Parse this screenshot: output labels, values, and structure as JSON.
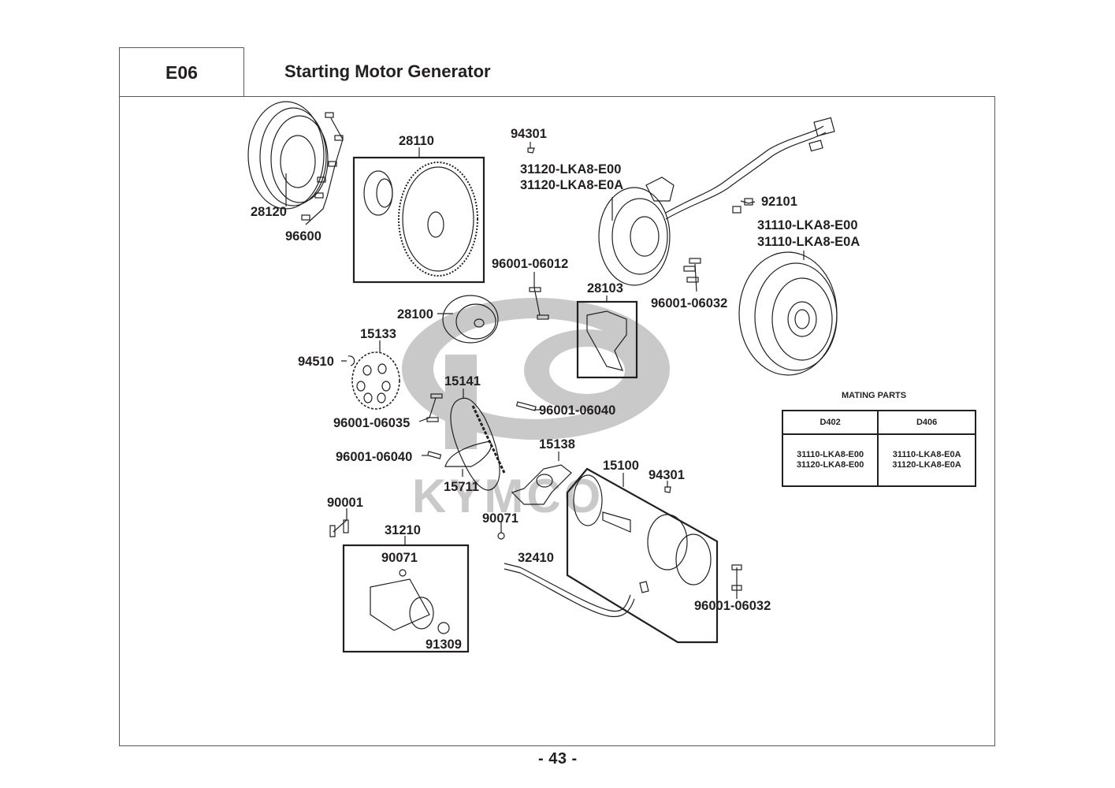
{
  "header": {
    "section_code": "E06",
    "title": "Starting Motor  Generator"
  },
  "page_number": "- 43 -",
  "watermark": {
    "brand": "KYMCO",
    "color": "#c8c8c8"
  },
  "callouts": {
    "p28120": "28120",
    "p96600": "96600",
    "p28110": "28110",
    "p94301_top": "94301",
    "p31120": [
      "31120-LKA8-E00",
      "31120-LKA8-E0A"
    ],
    "p92101": "92101",
    "p31110": [
      "31110-LKA8-E00",
      "31110-LKA8-E0A"
    ],
    "p96001_06012": "96001-06012",
    "p28103": "28103",
    "p96001_06032_top": "96001-06032",
    "p28100": "28100",
    "p15133": "15133",
    "p94510": "94510",
    "p15141": "15141",
    "p96001_06040_right": "96001-06040",
    "p96001_06035": "96001-06035",
    "p96001_06040_left": "96001-06040",
    "p15138": "15138",
    "p15711": "15711",
    "p15100": "15100",
    "p94301_bottom": "94301",
    "p90001": "90001",
    "p90071_mid": "90071",
    "p31210": "31210",
    "p90071_box": "90071",
    "p32410": "32410",
    "p91309": "91309",
    "p96001_06032_bottom": "96001-06032"
  },
  "mating_parts": {
    "title": "MATING PARTS",
    "columns": [
      "D402",
      "D406"
    ],
    "rows": [
      [
        "31110-LKA8-E00",
        "31110-LKA8-E0A"
      ],
      [
        "31120-LKA8-E00",
        "31120-LKA8-E0A"
      ]
    ]
  }
}
